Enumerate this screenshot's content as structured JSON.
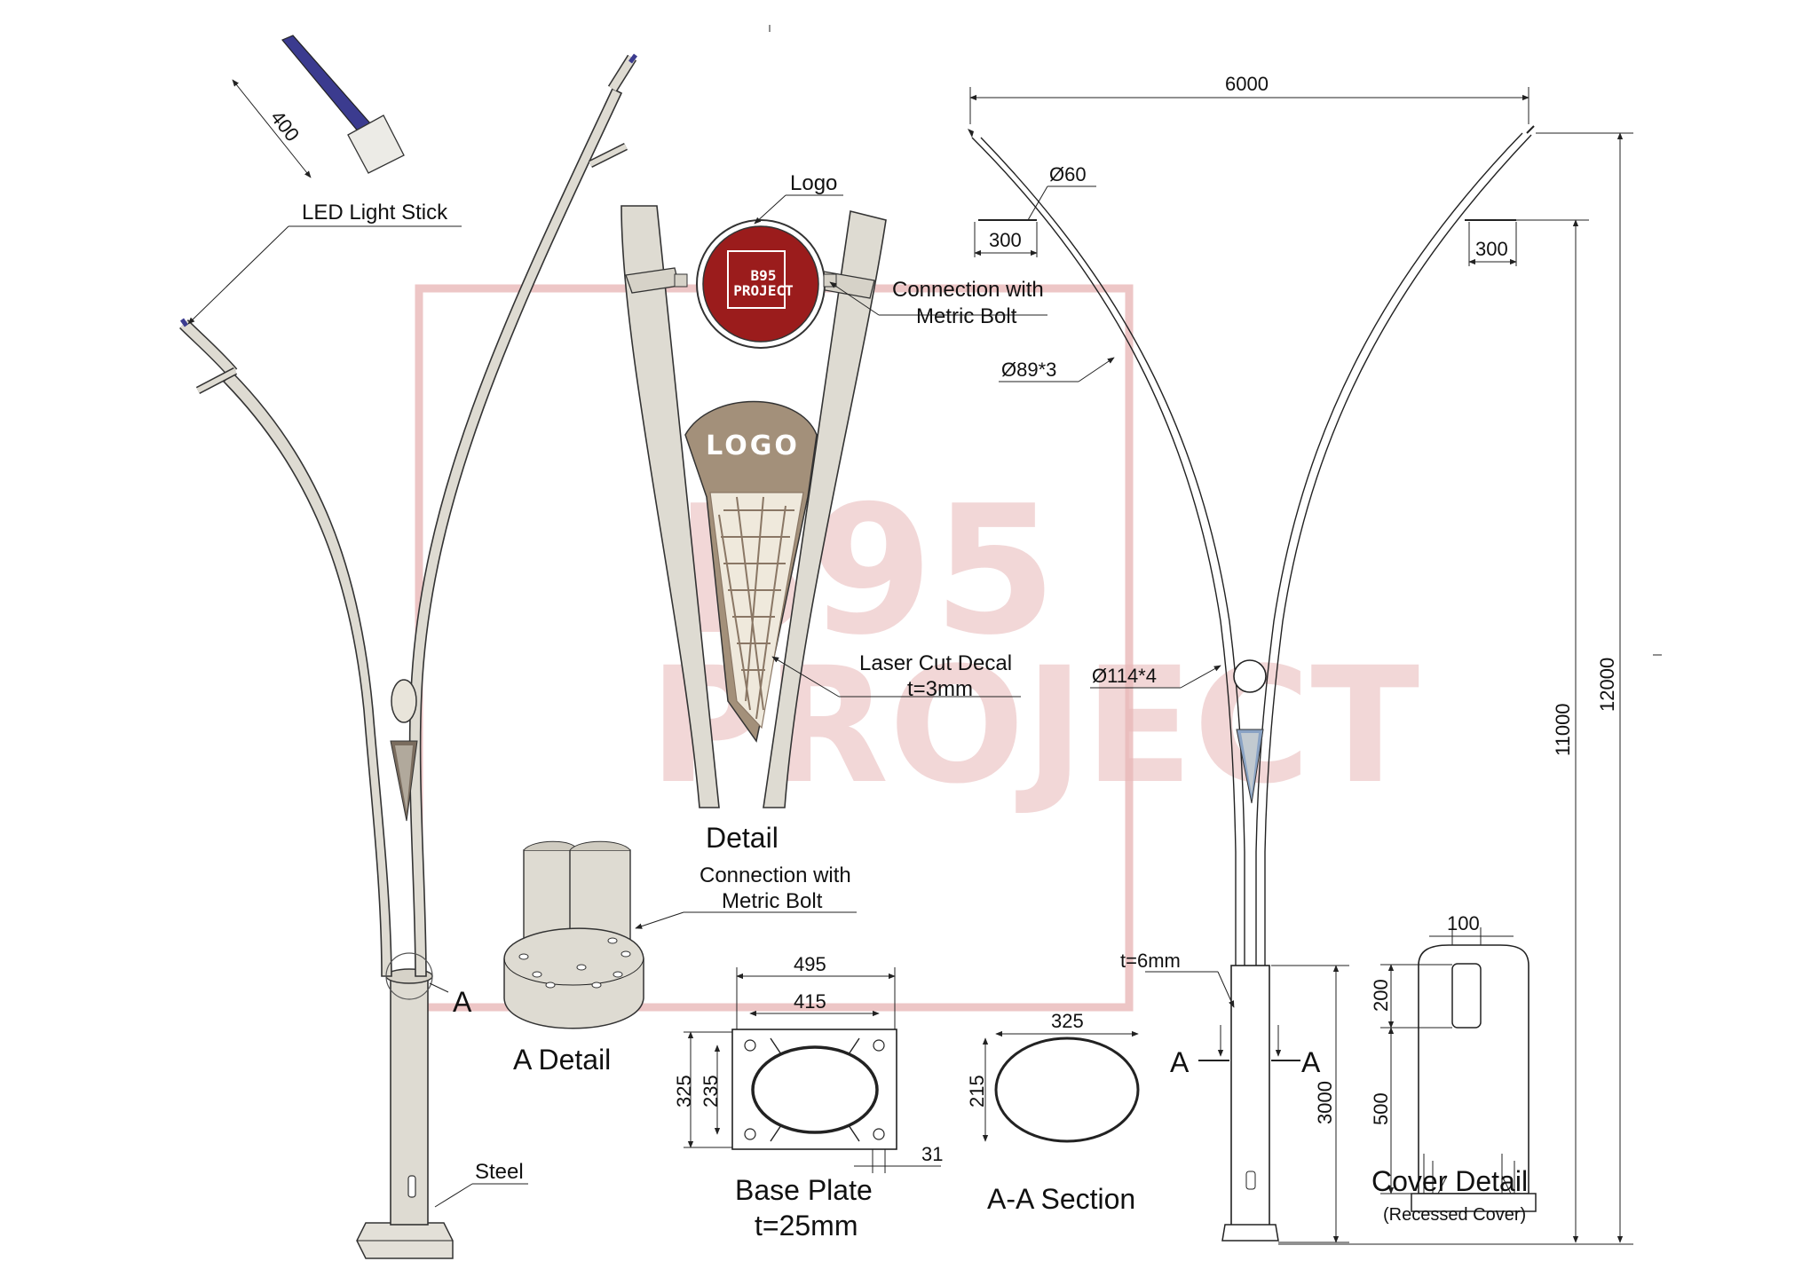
{
  "watermark": {
    "line1": "B95",
    "line2": "PROJECT",
    "color": "#e8b8b8"
  },
  "labels": {
    "led_light_stick": "LED Light Stick",
    "led_length": "400",
    "logo_top": "Logo",
    "badge_line1": "B95",
    "badge_line2": "PROJECT",
    "connection_line1": "Connection with",
    "connection_line2": "Metric Bolt",
    "plate_logo": "LOGO",
    "laser_line1": "Laser Cut Decal",
    "laser_line2": "t=3mm",
    "detail_title": "Detail",
    "a_detail_connection_line1": "Connection with",
    "a_detail_connection_line2": "Metric Bolt",
    "a_marker": "A",
    "a_detail_title": "A Detail",
    "steel": "Steel",
    "base_plate_title": "Base Plate",
    "base_plate_thickness": "t=25mm",
    "aa_section_title": "A-A Section",
    "cover_title": "Cover Detail",
    "cover_sub": "(Recessed Cover)",
    "span": "6000",
    "tip_dia": "Ø60",
    "tip_len_left": "300",
    "tip_len_right": "300",
    "arm_dia": "Ø89*3",
    "mid_dia": "Ø114*4",
    "base_thickness": "t=6mm",
    "section_a_left": "A",
    "section_a_right": "A",
    "h_11000": "11000",
    "h_12000": "12000",
    "h_3000": "3000",
    "bp_495": "495",
    "bp_415": "415",
    "bp_325": "325",
    "bp_235": "235",
    "bp_31": "31",
    "aa_325": "325",
    "aa_215": "215",
    "cover_100": "100",
    "cover_200": "200",
    "cover_500": "500"
  },
  "colors": {
    "badge": "#9b1c1c",
    "led_tip": "#3b3b8f",
    "plate": "#a3907a",
    "pole_fill": "#dedbd2",
    "watermark": "#e8b8b8"
  }
}
